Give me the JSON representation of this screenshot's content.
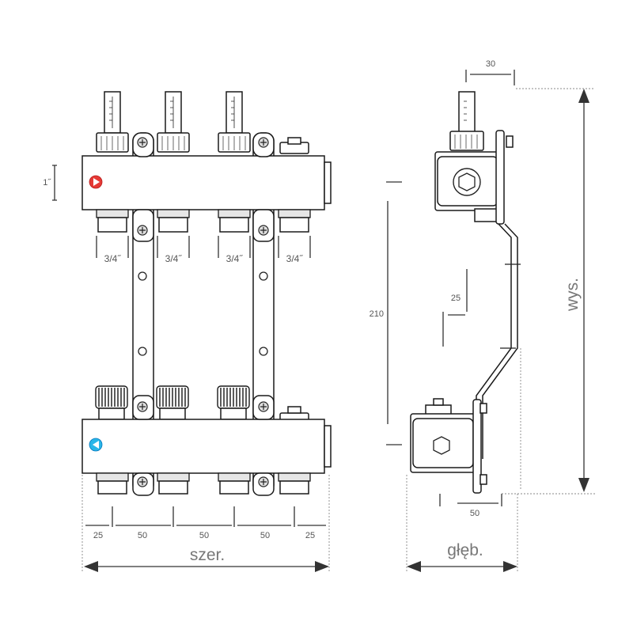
{
  "labels": {
    "width_label": "szer.",
    "depth_label": "głęb.",
    "height_label": "wys.",
    "connection_size": "1˝",
    "outlet_size": "3/4˝",
    "dim_210": "210",
    "dim_25_side": "25",
    "dim_30_top": "30",
    "dim_50_bottom": "50"
  },
  "front_bottom_dims": [
    "25",
    "50",
    "50",
    "50",
    "25"
  ],
  "outlets": [
    "3/4˝",
    "3/4˝",
    "3/4˝",
    "3/4˝"
  ],
  "colors": {
    "supply_indicator": "#e53935",
    "return_indicator": "#29b6e8",
    "dimension_text": "#555555"
  }
}
